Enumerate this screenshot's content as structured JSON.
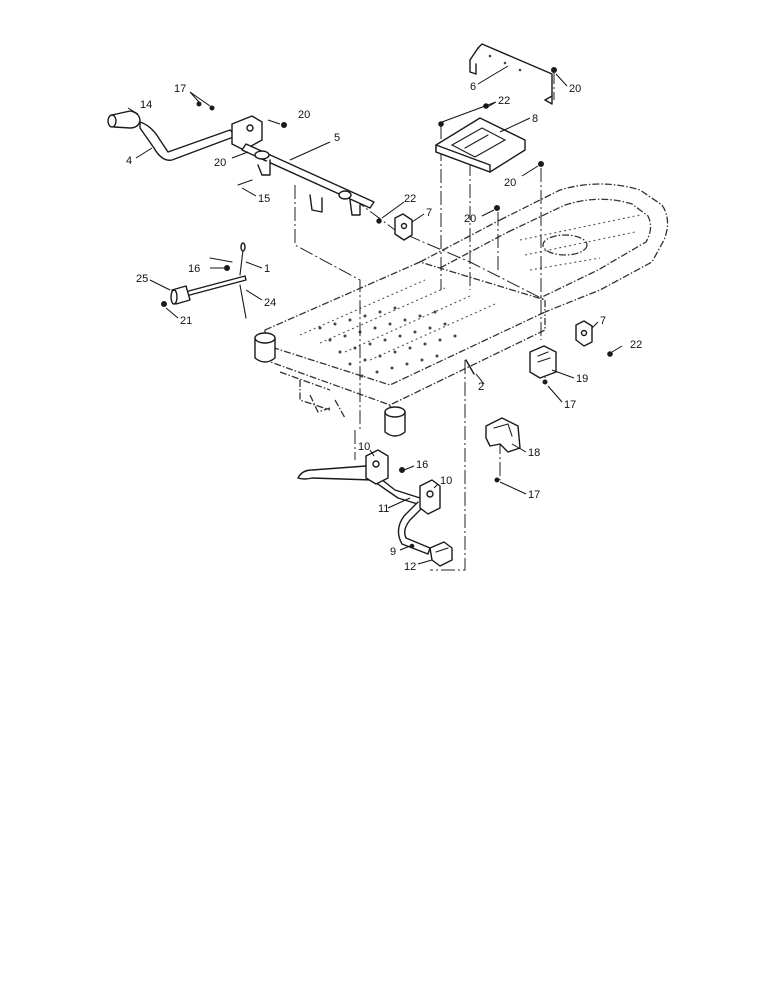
{
  "diagram": {
    "callouts": [
      {
        "id": "c14",
        "label": "14"
      },
      {
        "id": "c17a",
        "label": "17"
      },
      {
        "id": "c4",
        "label": "4"
      },
      {
        "id": "c20a",
        "label": "20"
      },
      {
        "id": "c20b",
        "label": "20"
      },
      {
        "id": "c5",
        "label": "5"
      },
      {
        "id": "c15",
        "label": "15"
      },
      {
        "id": "c6",
        "label": "6"
      },
      {
        "id": "c20c",
        "label": "20"
      },
      {
        "id": "c22a",
        "label": "22"
      },
      {
        "id": "c8",
        "label": "8"
      },
      {
        "id": "c20d",
        "label": "20"
      },
      {
        "id": "c22b",
        "label": "22"
      },
      {
        "id": "c7a",
        "label": "7"
      },
      {
        "id": "c20e",
        "label": "20"
      },
      {
        "id": "c16a",
        "label": "16"
      },
      {
        "id": "c1",
        "label": "1"
      },
      {
        "id": "c25",
        "label": "25"
      },
      {
        "id": "c24",
        "label": "24"
      },
      {
        "id": "c21",
        "label": "21"
      },
      {
        "id": "c7b",
        "label": "7"
      },
      {
        "id": "c22c",
        "label": "22"
      },
      {
        "id": "c19",
        "label": "19"
      },
      {
        "id": "c2",
        "label": "2"
      },
      {
        "id": "c17b",
        "label": "17"
      },
      {
        "id": "c18",
        "label": "18"
      },
      {
        "id": "c10a",
        "label": "10"
      },
      {
        "id": "c16b",
        "label": "16"
      },
      {
        "id": "c10b",
        "label": "10"
      },
      {
        "id": "c11",
        "label": "11"
      },
      {
        "id": "c17c",
        "label": "17"
      },
      {
        "id": "c9",
        "label": "9"
      },
      {
        "id": "c12",
        "label": "12"
      }
    ]
  }
}
